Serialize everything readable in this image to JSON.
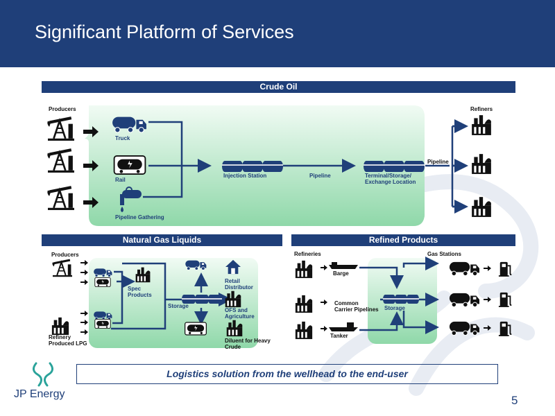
{
  "slide": {
    "title": "Significant Platform of Services",
    "page_number": "5",
    "tagline": "Logistics solution from the wellhead to the end-user",
    "company": "JP Energy"
  },
  "crude_oil": {
    "header": "Crude Oil",
    "producers": "Producers",
    "refiners": "Refiners",
    "truck": "Truck",
    "rail": "Rail",
    "pipeline_gathering": "Pipeline Gathering",
    "injection_station": "Injection Station",
    "pipeline_mid": "Pipeline",
    "terminal_line1": "Terminal/Storage/",
    "terminal_line2": "Exchange Location",
    "pipeline_out": "Pipeline"
  },
  "ngl": {
    "header": "Natural Gas Liquids",
    "producers": "Producers",
    "refinery_line1": "Refinery",
    "refinery_line2": "Produced LPG",
    "spec_line1": "Spec",
    "spec_line2": "Products",
    "storage": "Storage",
    "retail_line1": "Retail",
    "retail_line2": "Distributor",
    "ofs_line1": "OFS and",
    "ofs_line2": "Agriculture",
    "diluent_line1": "Diluent for Heavy",
    "diluent_line2": "Crude"
  },
  "refined": {
    "header": "Refined Products",
    "refineries": "Refineries",
    "gas_stations": "Gas Stations",
    "barge": "Barge",
    "common_line1": "Common",
    "common_line2": "Carrier Pipelines",
    "tanker": "Tanker",
    "storage": "Storage"
  },
  "colors": {
    "navy": "#1f3f79",
    "green_light": "#e9f8ee",
    "green_dark": "#8ed7a8",
    "logo_teal": "#2aa39a"
  },
  "icons": [
    "pumpjack-icon",
    "truck-icon",
    "railcar-icon",
    "pipeline-icon",
    "refinery-icon",
    "storage-tank-icon",
    "house-icon",
    "fuel-pump-icon",
    "barge-icon",
    "tanker-ship-icon"
  ]
}
